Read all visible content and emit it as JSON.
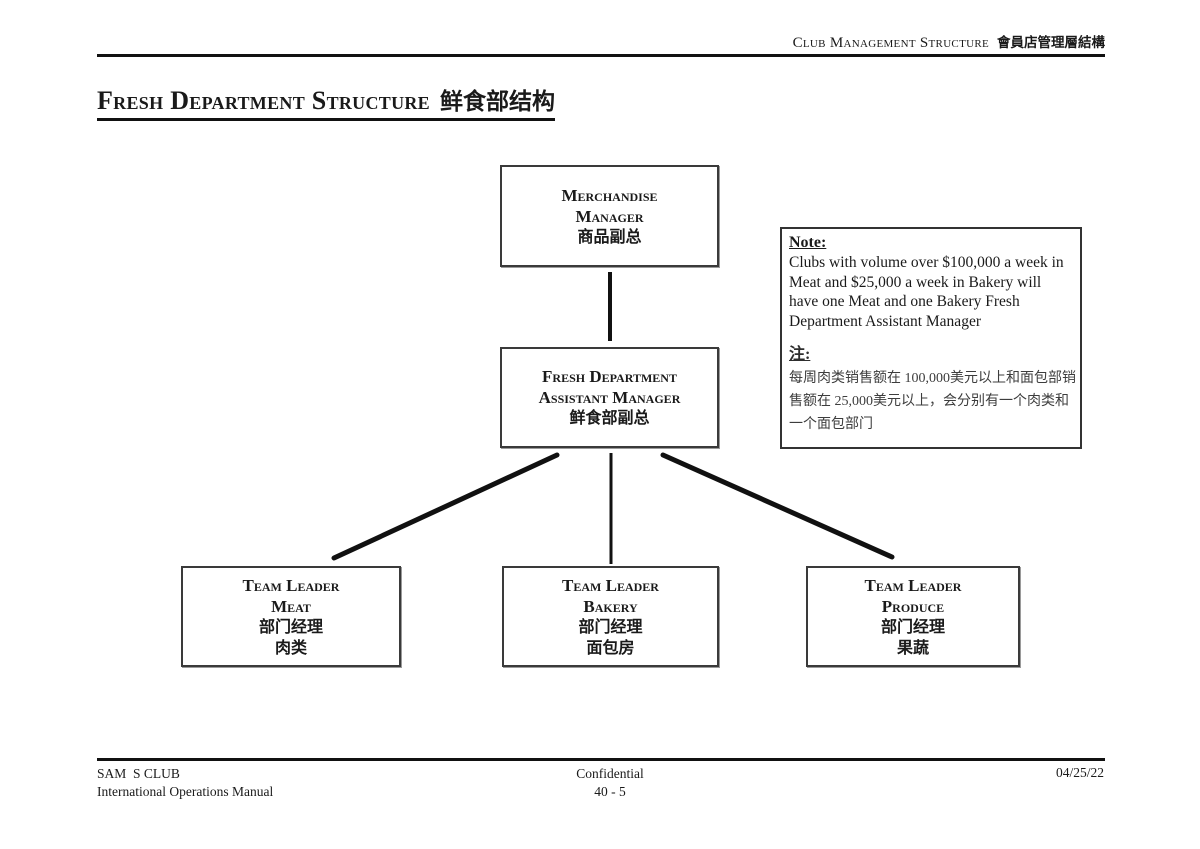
{
  "header": {
    "title_en": "Club Management Structure",
    "title_zh": "會員店管理層結構"
  },
  "page_title": {
    "en": "Fresh Department Structure",
    "zh": "鲜食部结构"
  },
  "org_chart": {
    "top": {
      "line1": "Merchandise",
      "line2": "Manager",
      "zh": "商品副总"
    },
    "middle": {
      "line1": "Fresh Department",
      "line2": "Assistant Manager",
      "zh": "鲜食部副总"
    },
    "bottom": [
      {
        "line1": "Team Leader",
        "line2": "Meat",
        "zh1": "部门经理",
        "zh2": "肉类"
      },
      {
        "line1": "Team Leader",
        "line2": "Bakery",
        "zh1": "部门经理",
        "zh2": "面包房"
      },
      {
        "line1": "Team Leader",
        "line2": "Produce",
        "zh1": "部门经理",
        "zh2": "果蔬"
      }
    ]
  },
  "note": {
    "label_en": "Note:",
    "body_en": "Clubs with volume over $100,000 a week in Meat and $25,000 a week in Bakery will have one Meat and one Bakery Fresh Department Assistant Manager",
    "label_zh": "注:",
    "body_zh": "每周肉类销售额在 100,000美元以上和面包部销售额在 25,000美元以上，会分别有一个肉类和一个面包部门"
  },
  "footer": {
    "left_line1": "SAM  S CLUB",
    "left_line2": "International Operations Manual",
    "center_line1": "Confidential",
    "center_line2": "40 - 5",
    "right": "04/25/22"
  },
  "colors": {
    "ink": "#1a1a1a",
    "rule": "#111111",
    "box_border": "#3a3a3a",
    "background": "#ffffff"
  }
}
